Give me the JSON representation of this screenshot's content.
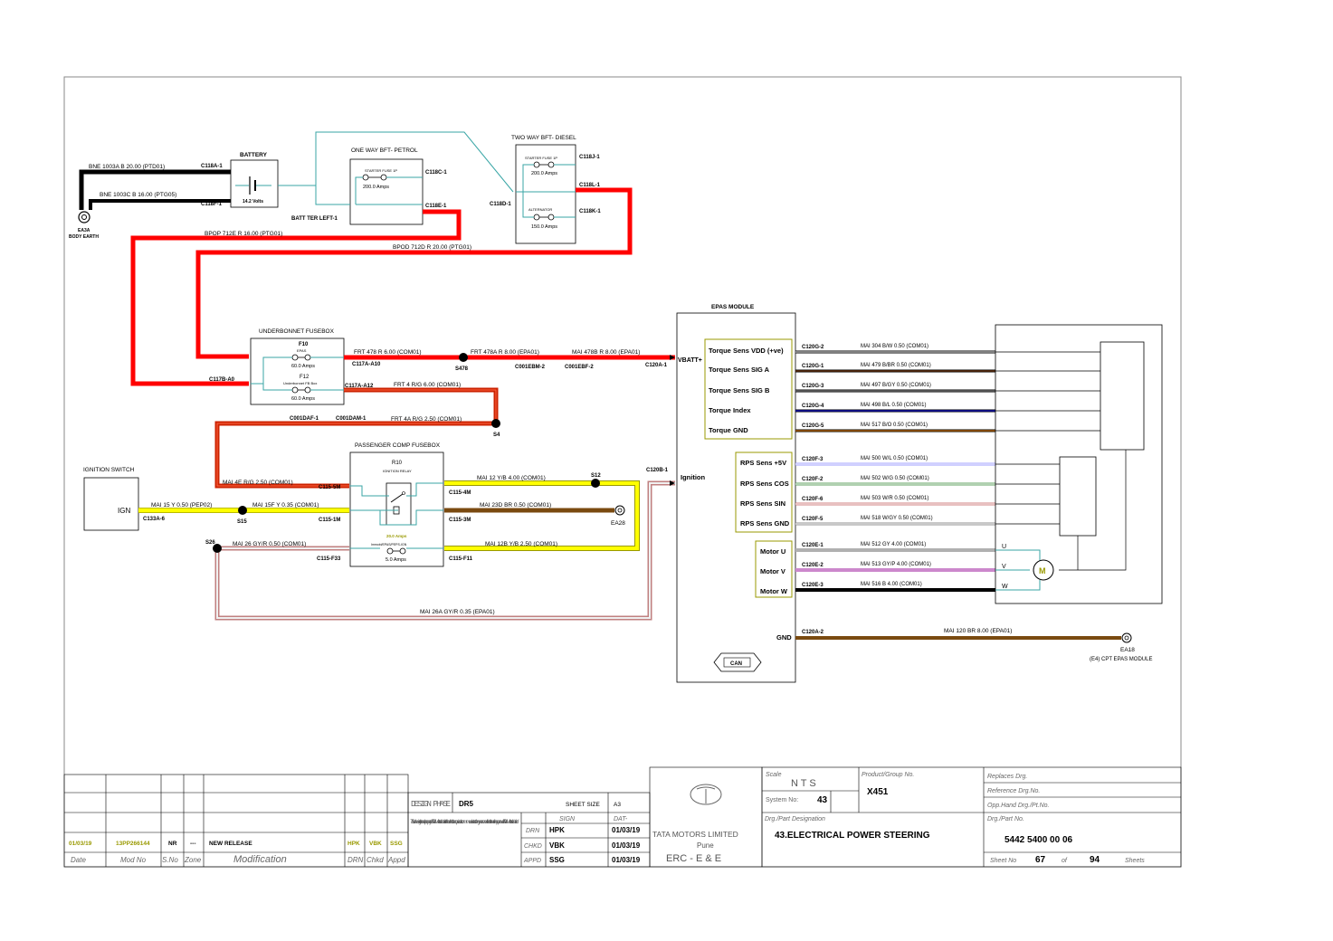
{
  "battery": {
    "title": "BATTERY",
    "voltage": "14.2 Volts",
    "conn_pos": "C118A-1",
    "conn_neg": "C118F-1"
  },
  "earth": {
    "id": "EA3A",
    "label": "BODY EARTH"
  },
  "earth_wires": {
    "w1": "BNE  1003A  B  20.00  (PTD01)",
    "w2": "BNE  1003C  B  16.00  (PTG05)"
  },
  "bft_petrol": {
    "title": "ONE WAY BFT- PETROL",
    "fuse_label": "STARTER FUSE 1P",
    "fuse_amps": "200.0 Amps",
    "c_top": "C118C-1",
    "c_bot": "C118E-1",
    "c_left": "BATT TER LEFT-1"
  },
  "bft_diesel": {
    "title": "TWO WAY BFT- DIESEL",
    "fuse1_label": "STARTER FUSE 1P",
    "fuse1_amps": "200.0 Amps",
    "fuse2_label": "ALTERNATOR",
    "fuse2_amps": "150.0 Amps",
    "c_j": "C118J-1",
    "c_l": "C118L-1",
    "c_k": "C118K-1",
    "c_d": "C118D-1"
  },
  "wires_top": {
    "bpop": "BPOP  712E  R  16.00  (PTG01)",
    "bpod": "BPOD  712D  R  20.00  (PTG01)"
  },
  "ubfb": {
    "title": "UNDERBONNET FUSEBOX",
    "f10": "F10",
    "f10_name": "EPAS",
    "f10_amps": "60.0 Amps",
    "f12": "F12",
    "f12_name": "Underbonnet FB Box",
    "f12_amps": "60.0 Amps",
    "c_a10": "C117A-A10",
    "c_a12": "C117A-A12",
    "c_b0": "C117B-A0"
  },
  "wires_mid": {
    "frt478": "FRT  478  R  6.00  (COM01)",
    "frt478a": "FRT  478A  R  8.00  (EPA01)",
    "mai478b": "MAI  478B  R  8.00  (EPA01)",
    "frt4": "FRT  4  R/G  6.00  (COM01)",
    "frt4a": "FRT  4A  R/G  2.50  (COM01)",
    "s478": "S478",
    "c001ebm": "C001EBM-2",
    "c001ebf": "C001EBF-2",
    "c120a1": "C120A-1",
    "c001daf": "C001DAF-1",
    "c001dam": "C001DAM-1",
    "s4": "S4"
  },
  "ign_switch": {
    "title": "IGNITION SWITCH",
    "label": "IGN",
    "conn": "C133A-6"
  },
  "pcfb": {
    "title": "PASSENGER COMP FUSEBOX",
    "relay": "R10",
    "relay_name": "IGNITION RELAY",
    "relay_amps": "20.0 Amps",
    "fuse_name": "Immobi/EPAS/PEPS-IGN",
    "fuse_amps": "5.0 Amps",
    "c_5m": "C115-5M",
    "c_1m": "C115-1M",
    "c_f33": "C115-F33",
    "c_4m": "C115-4M",
    "c_3m": "C115-3M",
    "c_f11": "C115-F11"
  },
  "wires_low": {
    "mai4e": "MAI  4E  R/G  2.50  (COM01)",
    "mai15": "MAI  15  Y  0.50  (PEP02)",
    "mai15f": "MAI  15F  Y  0.35  (COM01)",
    "mai26": "MAI  26  GY/R  0.50  (COM01)",
    "mai12": "MAI  12  Y/B  4.00  (COM01)",
    "mai23d": "MAI  23D  BR  0.50  (COM01)",
    "mai12b": "MAI  12B  Y/B  2.50  (COM01)",
    "mai26a": "MAI  26A  GY/R  0.35  (EPA01)",
    "s12": "S12",
    "s15": "S15",
    "s26": "S26",
    "ea28": "EA28",
    "c120b1": "C120B-1"
  },
  "epas": {
    "title": "EPAS MODULE",
    "vbatt": "VBATT+",
    "ignition": "Ignition",
    "gnd": "GND",
    "can": "CAN",
    "torque_pins": [
      "Torque Sens VDD (+ve)",
      "Torque Sens SIG A",
      "Torque Sens SIG B",
      "Torque Index",
      "Torque GND"
    ],
    "rps_pins": [
      "RPS Sens +5V",
      "RPS Sens COS",
      "RPS Sens SIN",
      "RPS Sens GND"
    ],
    "motor_pins": [
      "Motor U",
      "Motor V",
      "Motor W"
    ]
  },
  "right_wires": [
    {
      "conn": "C120G-2",
      "label": "MAI  304  B/W  0.50  (COM01)",
      "color": "#000000",
      "stripe": "#ffffff"
    },
    {
      "conn": "C120G-1",
      "label": "MAI  479  B/BR  0.50  (COM01)",
      "color": "#000000",
      "stripe": "#8b4513"
    },
    {
      "conn": "C120G-3",
      "label": "MAI  497  B/GY  0.50  (COM01)",
      "color": "#000000",
      "stripe": "#a0a0a0"
    },
    {
      "conn": "C120G-4",
      "label": "MAI  498  B/L  0.50  (COM01)",
      "color": "#000000",
      "stripe": "#1a1aff"
    },
    {
      "conn": "C120G-5",
      "label": "MAI  517  B/O  0.50  (COM01)",
      "color": "#000000",
      "stripe": "#ff8c00"
    },
    {
      "conn": "C120F-3",
      "label": "MAI  500  W/L  0.50  (COM01)",
      "color": "#a0a0ff",
      "stripe": "#ffffff"
    },
    {
      "conn": "C120F-2",
      "label": "MAI  502  W/G  0.50  (COM01)",
      "color": "#60a060",
      "stripe": "#ffffff"
    },
    {
      "conn": "C120F-6",
      "label": "MAI  503  W/R  0.50  (COM01)",
      "color": "#d08080",
      "stripe": "#ffffff"
    },
    {
      "conn": "C120F-5",
      "label": "MAI  518  W/GY  0.50  (COM01)",
      "color": "#909090",
      "stripe": "#ffffff"
    },
    {
      "conn": "C120E-1",
      "label": "MAI  512  GY  4.00  (COM01)",
      "color": "#b0b0b0",
      "stripe": "#b0b0b0"
    },
    {
      "conn": "C120E-2",
      "label": "MAI  513  GY/P  4.00  (COM01)",
      "color": "#cc88cc",
      "stripe": "#cc88cc"
    },
    {
      "conn": "C120E-3",
      "label": "MAI  516  B  4.00  (COM01)",
      "color": "#000000",
      "stripe": "#000000"
    }
  ],
  "gnd_wire": {
    "conn": "C120A-2",
    "label": "MAI  120  BR  8.00  (EPA01)",
    "ea": "EA18",
    "ea_desc": "(E4) CPT EPAS MODULE"
  },
  "motor": {
    "symbol": "M",
    "u": "U",
    "v": "V",
    "w": "W"
  },
  "colors": {
    "red": "#ff0000",
    "rg": "#cc2200",
    "yellow": "#ffff00",
    "brown": "#7a4a10",
    "black": "#000000",
    "teal": "#3aa6a6",
    "gyr": "#c8a0a0"
  },
  "title_block": {
    "design_phase_label": "DESIGN PHASE",
    "design_phase": "DR5",
    "sheet_size_label": "SHEET SIZE",
    "sheet_size": "A3",
    "sign_label": "SIGN",
    "date_label": "DAT-",
    "notice": "This drawing is the sole property of Tata Motors Limited. It should not be copied or communicated to any person without the written approval of Tata Motors Limited.",
    "drn_label": "DRN",
    "chkd_label": "CHKD",
    "appd_label": "APPD",
    "drn": "HPK",
    "chkd": "VBK",
    "appd": "SSG",
    "drn_date": "01/03/19",
    "chkd_date": "01/03/19",
    "appd_date": "01/03/19",
    "company": "TATA MOTORS LIMITED",
    "brand": "TATA",
    "city": "Pune",
    "dept": "ERC - E & E",
    "scale_label": "Scale",
    "scale": "N T S",
    "product_label": "Product/Group No.",
    "product": "X451",
    "system_label": "System No:",
    "system": "43",
    "part_desig_label": "Drg./Part Designation",
    "part_desig": "43.ELECTRICAL POWER STEERING",
    "replaces_label": "Replaces Drg.",
    "reference_label": "Reference Drg.No.",
    "opp_label": "Opp.Hand Drg./Pt.No.",
    "drg_no_label": "Drg./Part No.",
    "drg_no": "5442 5400 00 06",
    "sheet_no_label": "Sheet No",
    "sheet_no": "67",
    "of_label": "of",
    "sheets": "94",
    "sheets_label": "Sheets",
    "rev": {
      "date": "01/03/19",
      "mod": "13PP266144",
      "sno": "NR",
      "zone": "---",
      "modification": "NEW RELEASE",
      "drn": "HPK",
      "chkd": "VBK",
      "appd": "SSG"
    },
    "rev_headers": {
      "date": "Date",
      "mod": "Mod No",
      "sno": "S.No",
      "zone": "Zone",
      "modification": "Modification",
      "drn": "DRN",
      "chkd": "Chkd",
      "appd": "Appd"
    }
  }
}
